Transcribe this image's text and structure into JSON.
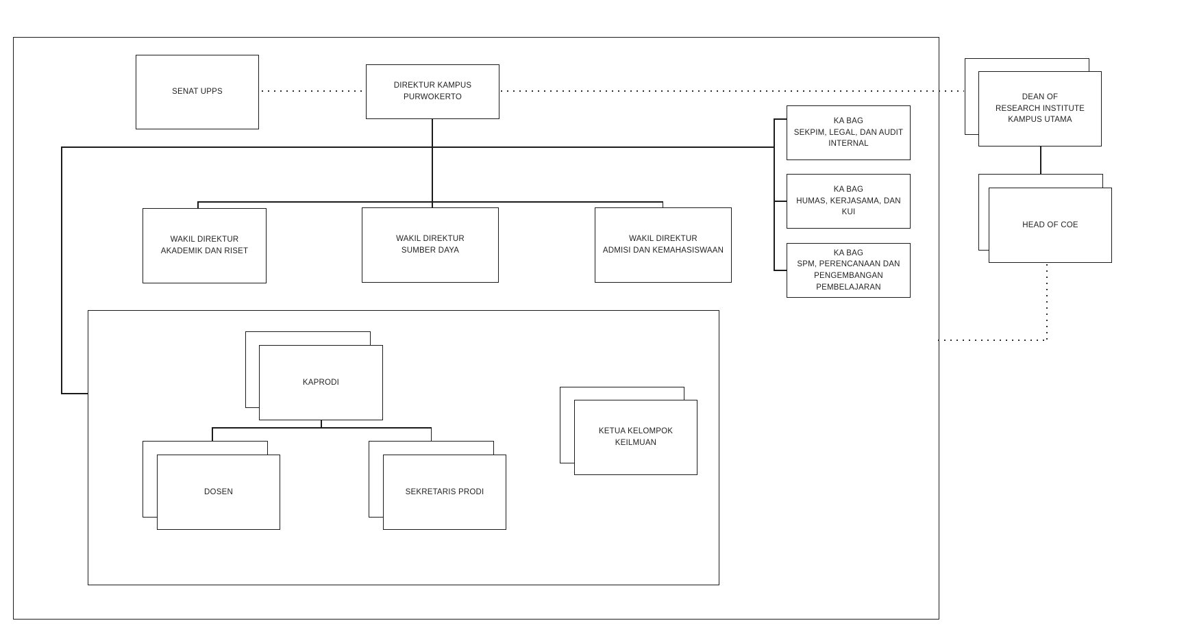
{
  "diagram": {
    "type": "org-chart",
    "background_color": "#ffffff",
    "line_color": "#1a1a1a",
    "box_fill": "#ffffff",
    "text_color": "#1f1f1f",
    "nodes": {
      "senat": {
        "label": "SENAT UPPS",
        "stacked": false
      },
      "direktur": {
        "label": "DIREKTUR KAMPUS\nPURWOKERTO",
        "stacked": false
      },
      "wakil_akademik": {
        "label": "WAKIL DIREKTUR\nAKADEMIK DAN RISET",
        "stacked": false
      },
      "wakil_sumber": {
        "label": "WAKIL DIREKTUR\nSUMBER DAYA",
        "stacked": false
      },
      "wakil_admisi": {
        "label": "WAKIL DIREKTUR\nADMISI DAN KEMAHASISWAAN",
        "stacked": false
      },
      "kabag_sekpim": {
        "label": "KA BAG\nSEKPIM, LEGAL, DAN AUDIT\nINTERNAL",
        "stacked": false
      },
      "kabag_humas": {
        "label": "KA BAG\nHUMAS, KERJASAMA, DAN\nKUI",
        "stacked": false
      },
      "kabag_spm": {
        "label": "KA BAG\nSPM, PERENCANAAN DAN\nPENGEMBANGAN\nPEMBELAJARAN",
        "stacked": false
      },
      "dean": {
        "label": "DEAN OF\nRESEARCH INSTITUTE\nKAMPUS UTAMA",
        "stacked": true
      },
      "head_coe": {
        "label": "HEAD OF COE",
        "stacked": true
      },
      "kaprodi": {
        "label": "KAPRODI",
        "stacked": true
      },
      "dosen": {
        "label": "DOSEN",
        "stacked": true
      },
      "sekretaris": {
        "label": "SEKRETARIS PRODI",
        "stacked": true
      },
      "ketua_kelompok": {
        "label": "KETUA KELOMPOK\nKEILMUAN",
        "stacked": true
      }
    },
    "edges": [
      {
        "from": "senat",
        "to": "direktur",
        "style": "dotted"
      },
      {
        "from": "direktur",
        "to": "dean",
        "style": "dotted"
      },
      {
        "from": "direktur",
        "to": "wakil_akademik",
        "style": "solid"
      },
      {
        "from": "direktur",
        "to": "wakil_sumber",
        "style": "solid"
      },
      {
        "from": "direktur",
        "to": "wakil_admisi",
        "style": "solid"
      },
      {
        "from": "direktur",
        "to": "kabag_sekpim",
        "style": "solid"
      },
      {
        "from": "direktur",
        "to": "kabag_humas",
        "style": "solid"
      },
      {
        "from": "direktur",
        "to": "kabag_spm",
        "style": "solid"
      },
      {
        "from": "direktur",
        "to": "prodi_container",
        "style": "solid"
      },
      {
        "from": "dean",
        "to": "head_coe",
        "style": "solid"
      },
      {
        "from": "head_coe",
        "to": "campus_boundary",
        "style": "dotted"
      },
      {
        "from": "kaprodi",
        "to": "dosen",
        "style": "solid"
      },
      {
        "from": "kaprodi",
        "to": "sekretaris",
        "style": "solid"
      }
    ]
  }
}
